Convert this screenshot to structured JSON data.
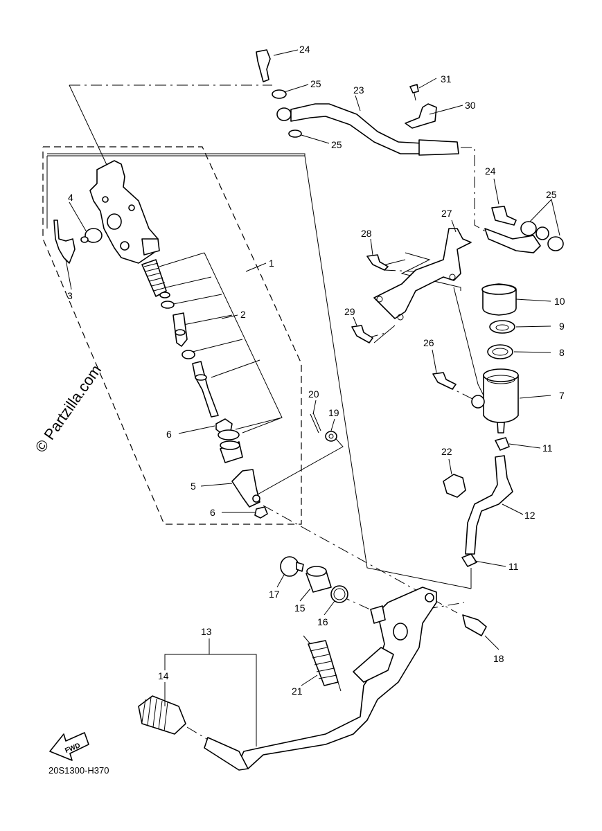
{
  "diagram": {
    "code": "20S1300-H370",
    "watermark": "© Partzilla.com",
    "fwd_label": "FWD",
    "callouts": {
      "c1": "1",
      "c2": "2",
      "c3": "3",
      "c4": "4",
      "c5": "5",
      "c6a": "6",
      "c6b": "6",
      "c7": "7",
      "c8": "8",
      "c9": "9",
      "c10": "10",
      "c11a": "11",
      "c11b": "11",
      "c12": "12",
      "c13": "13",
      "c14": "14",
      "c15": "15",
      "c16": "16",
      "c17": "17",
      "c18": "18",
      "c19": "19",
      "c20": "20",
      "c21": "21",
      "c22": "22",
      "c23": "23",
      "c24a": "24",
      "c24b": "24",
      "c25a": "25",
      "c25b": "25",
      "c25c": "25",
      "c26": "26",
      "c27": "27",
      "c28": "28",
      "c29": "29",
      "c30": "30",
      "c31": "31"
    }
  }
}
